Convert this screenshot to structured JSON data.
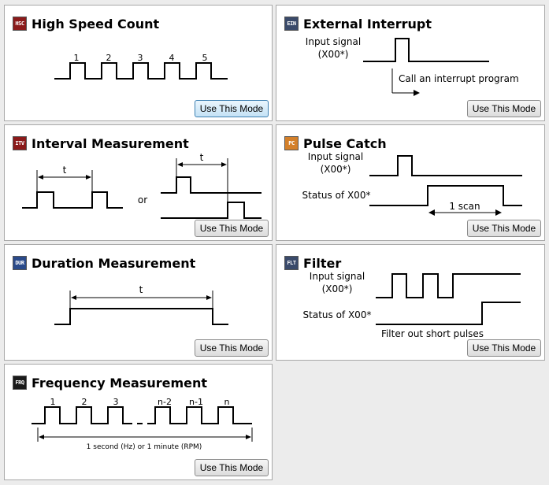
{
  "button_label": "Use This Mode",
  "panels": {
    "hsc": {
      "badge": "HSC",
      "badge_color": "#8b1a1a",
      "title": "High Speed Count",
      "pulse_labels": [
        "1",
        "2",
        "3",
        "4",
        "5"
      ]
    },
    "eint": {
      "badge": "EIN",
      "badge_color": "#3a4a6a",
      "title": "External Interrupt",
      "input_label_1": "Input signal",
      "input_label_2": "(X00*)",
      "note": "Call an interrupt program"
    },
    "itv": {
      "badge": "ITV",
      "badge_color": "#8b1a1a",
      "title": "Interval Measurement",
      "t_label": "t",
      "or_label": "or"
    },
    "pc": {
      "badge": "PC",
      "badge_color": "#d4802a",
      "title": "Pulse Catch",
      "input_label_1": "Input signal",
      "input_label_2": "(X00*)",
      "status_label": "Status of X00*",
      "scan_label": "1 scan"
    },
    "dur": {
      "badge": "DUR",
      "badge_color": "#2a4a8a",
      "title": "Duration Measurement",
      "t_label": "t"
    },
    "flt": {
      "badge": "FLT",
      "badge_color": "#3a4a6a",
      "title": "Filter",
      "input_label_1": "Input signal",
      "input_label_2": "(X00*)",
      "status_label": "Status of X00*",
      "note": "Filter out short pulses"
    },
    "frq": {
      "badge": "FRQ",
      "badge_color": "#1a1a1a",
      "title": "Frequency Measurement",
      "pulse_labels": [
        "1",
        "2",
        "3",
        "n-2",
        "n-1",
        "n"
      ],
      "span_label": "1 second (Hz) or 1 minute (RPM)"
    }
  }
}
